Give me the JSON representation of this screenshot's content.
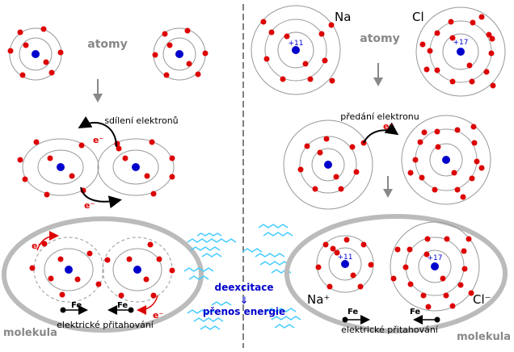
{
  "left": {
    "label_atoms": "atomy",
    "label_sharing": "sdílení elektronů",
    "electron_top": "e⁻",
    "electron_bottom": "e⁻",
    "electron_molecule_left": "e⁻",
    "electron_molecule_right": "e⁻",
    "force_left": "Fe",
    "force_right": "Fe",
    "label_attraction": "elektrické přitahování",
    "label_molecule": "molekula"
  },
  "middle": {
    "label_deexcitation": "deexcitace",
    "arrow_symbol": "⇓",
    "label_energy_transfer": "přenos energie"
  },
  "right": {
    "label_na": "Na",
    "label_cl": "Cl",
    "label_atoms": "atomy",
    "nucleus_na": "+11",
    "nucleus_cl": "+17",
    "label_transfer": "předání elektronu",
    "electron": "e⁻",
    "nucleus_na_ion": "+11",
    "nucleus_cl_ion": "+17",
    "ion_na": "Na⁺",
    "ion_cl": "Cl⁻",
    "force_left": "Fe",
    "force_right": "Fe",
    "label_attraction": "elektrické přitahování",
    "label_molecule": "molekula"
  },
  "colors": {
    "nucleus": "#0000cc",
    "electron": "#dd0000",
    "orbit": "#999999",
    "label": "#888888",
    "arrow": "#888888",
    "wave": "#44ccff",
    "text_blue": "#0000cc"
  }
}
